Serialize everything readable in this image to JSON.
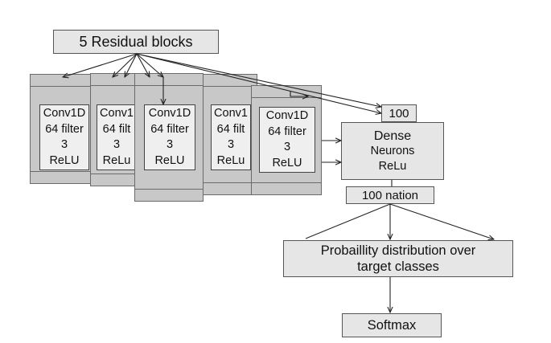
{
  "title": "5 Residual blocks",
  "conv_blocks": [
    {
      "lines": [
        "Conv1D",
        "64 filter",
        "3",
        "ReLU"
      ]
    },
    {
      "lines": [
        "Conv1",
        "64 filt",
        "3",
        "ReLu"
      ]
    },
    {
      "lines": [
        "Conv1D",
        "64 filter",
        "3",
        "ReLU"
      ]
    },
    {
      "lines": [
        "Conv1",
        "64 filt",
        "3",
        "ReLu"
      ]
    },
    {
      "lines": [
        "Conv1D",
        "64 filter",
        "3",
        "ReLU"
      ]
    }
  ],
  "dense": {
    "line1": "Dense",
    "line2": "Neurons",
    "line3": "ReLu"
  },
  "tag_100": "100",
  "nation": "100 nation",
  "prob": {
    "line1": "Probaillity distribution over",
    "line2": "target classes"
  },
  "softmax": "Softmax"
}
